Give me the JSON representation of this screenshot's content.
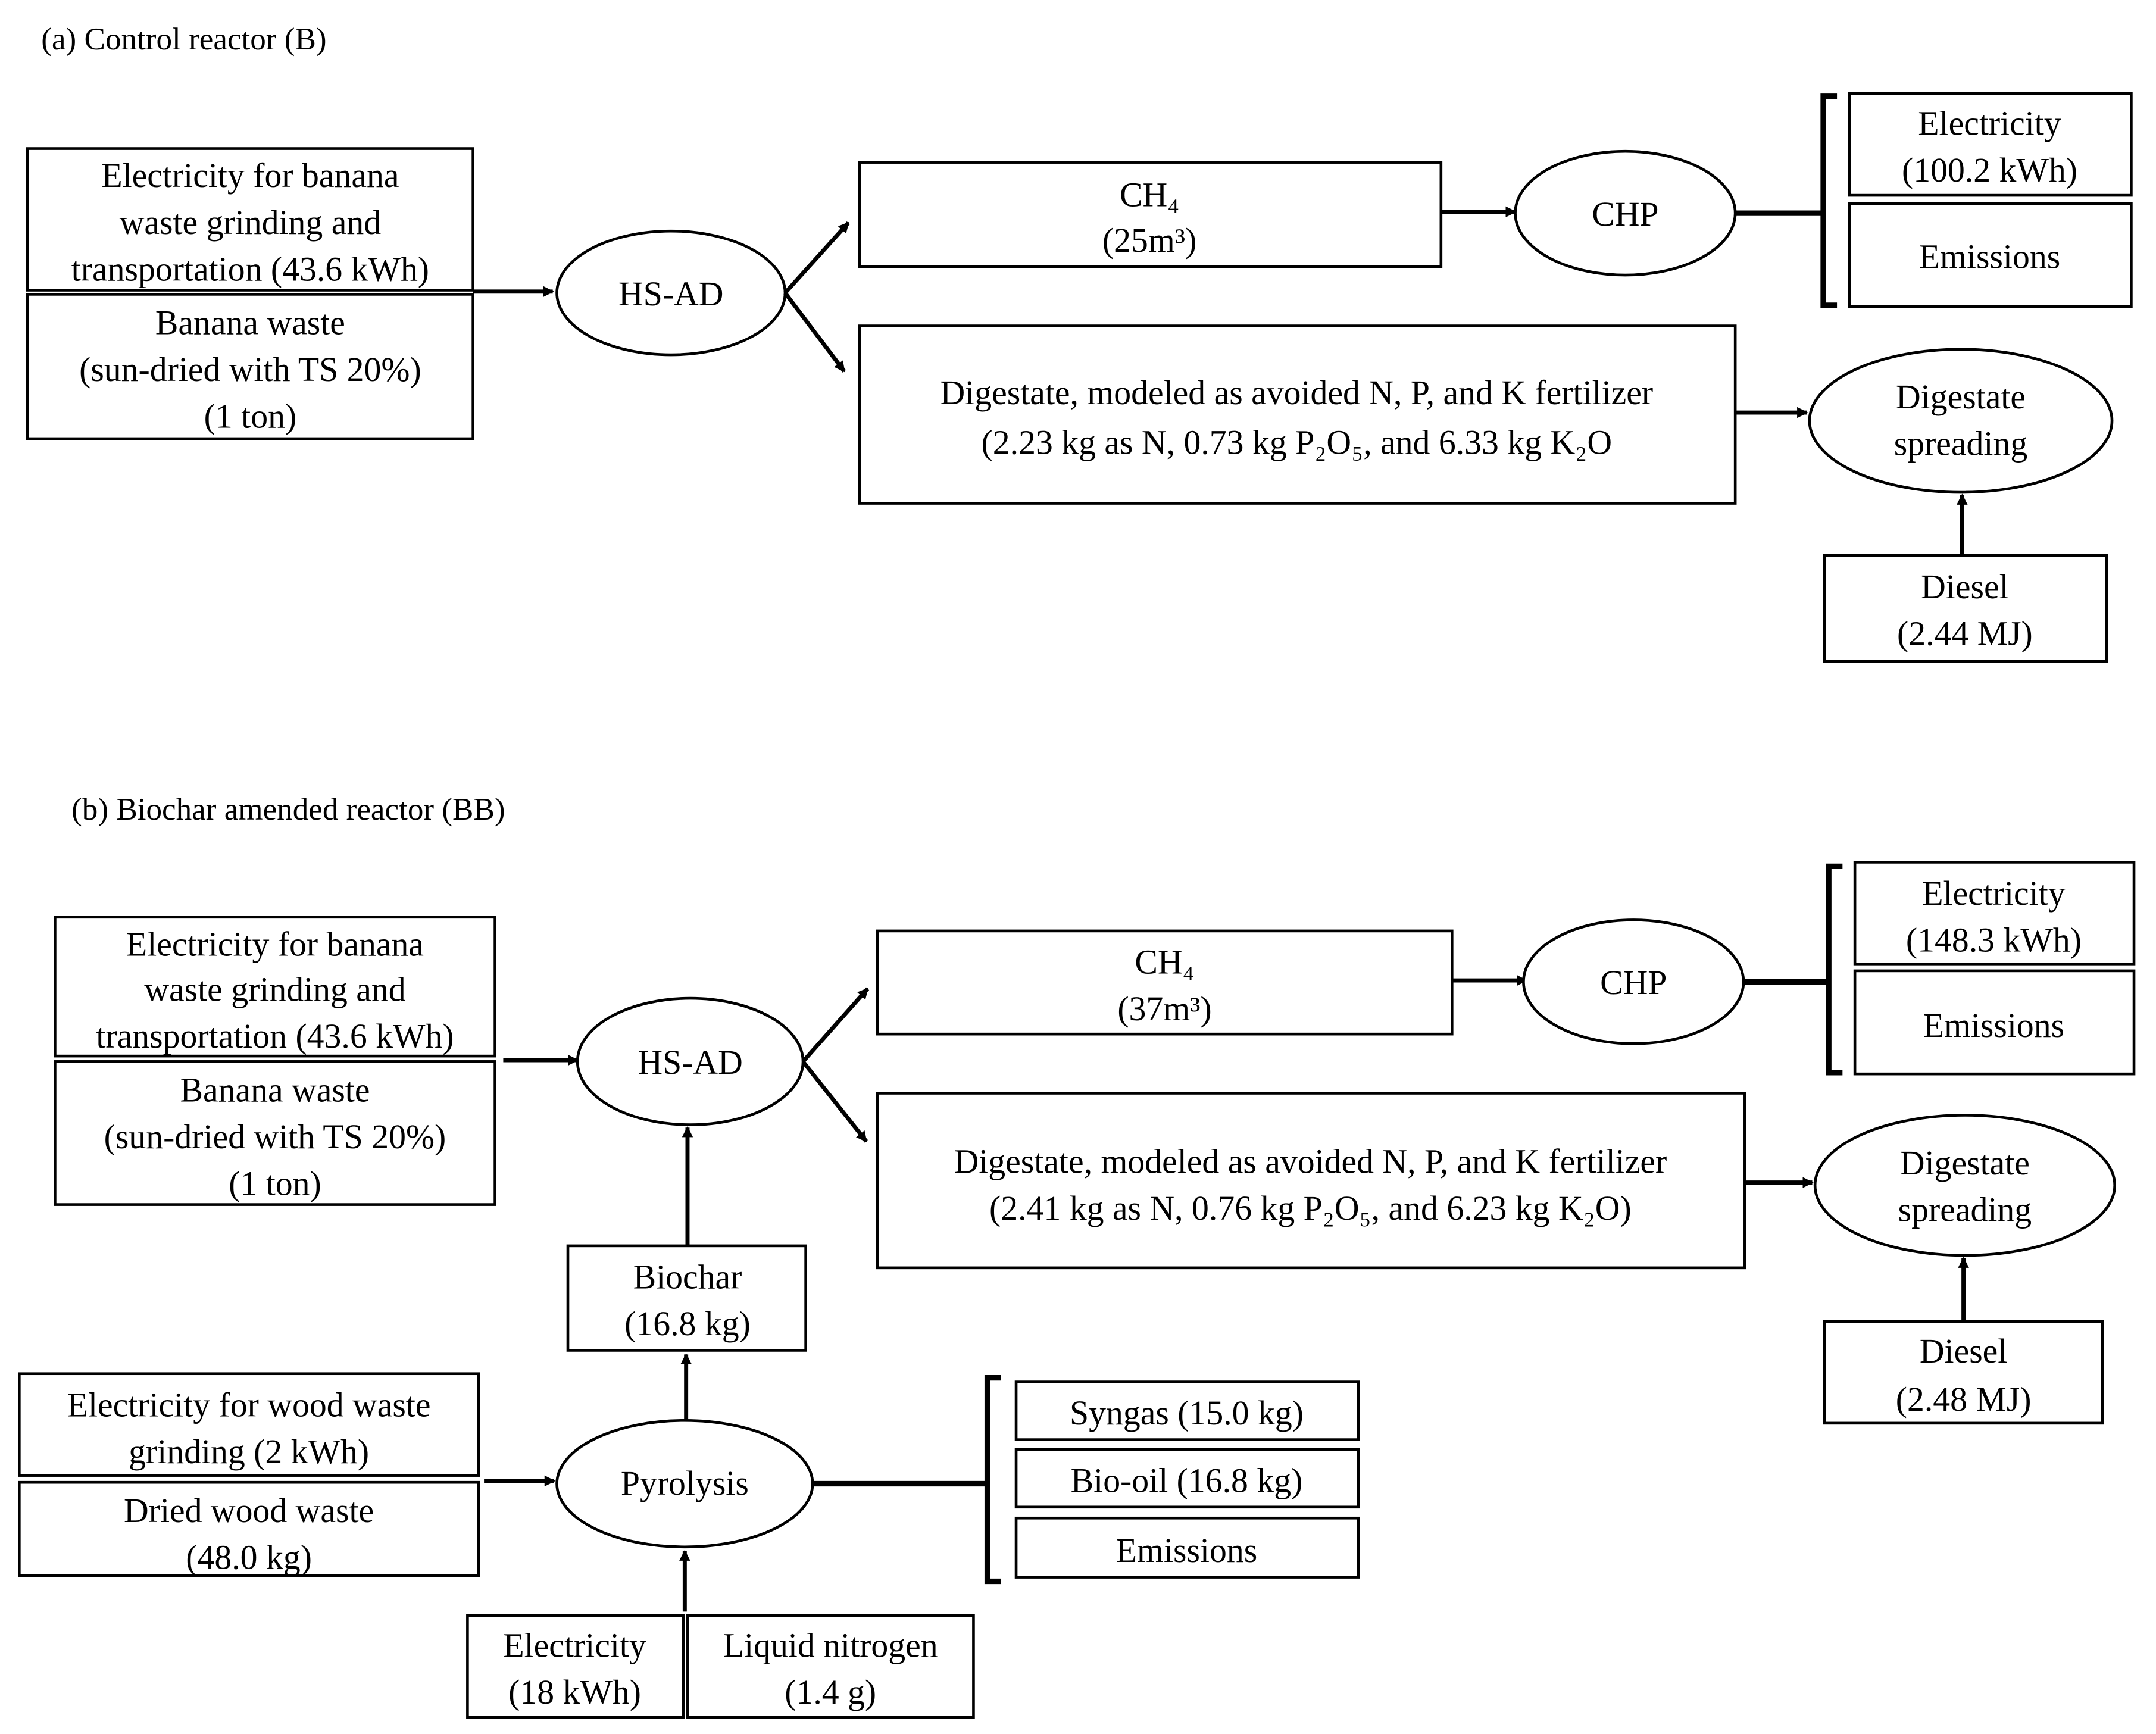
{
  "panel_a": {
    "title": "(a) Control reactor (B)",
    "electricity_input": [
      "Electricity for banana",
      "waste grinding and",
      "transportation (43.6 kWh)"
    ],
    "banana_waste": [
      "Banana waste",
      "(sun-dried with TS 20%)",
      "(1 ton)"
    ],
    "hsad": "HS-AD",
    "ch4": [
      "CH₄",
      "(25m³)"
    ],
    "chp": "CHP",
    "electricity_output": [
      "Electricity",
      "(100.2 kWh)"
    ],
    "emissions": "Emissions",
    "digestate": [
      "Digestate, modeled as avoided N, P, and K fertilizer",
      "(2.23 kg as N, 0.73 kg P₂O₅, and 6.33 kg K₂O"
    ],
    "spreading": [
      "Digestate",
      "spreading"
    ],
    "diesel": [
      "Diesel",
      "(2.44 MJ)"
    ]
  },
  "panel_b": {
    "title": "(b) Biochar amended reactor (BB)",
    "electricity_input": [
      "Electricity for banana",
      "waste grinding and",
      "transportation (43.6 kWh)"
    ],
    "banana_waste": [
      "Banana waste",
      "(sun-dried with TS 20%)",
      "(1 ton)"
    ],
    "hsad": "HS-AD",
    "ch4": [
      "CH₄",
      "(37m³)"
    ],
    "chp": "CHP",
    "electricity_output": [
      "Electricity",
      "(148.3 kWh)"
    ],
    "emissions": "Emissions",
    "digestate": [
      "Digestate, modeled as avoided N, P, and K fertilizer",
      "(2.41 kg as N, 0.76 kg P₂O₅, and 6.23 kg K₂O)"
    ],
    "spreading": [
      "Digestate",
      "spreading"
    ],
    "diesel": [
      "Diesel",
      "(2.48 MJ)"
    ],
    "biochar": [
      "Biochar",
      "(16.8 kg)"
    ],
    "wood_electricity": [
      "Electricity for wood waste",
      "grinding (2 kWh)"
    ],
    "wood_waste": [
      "Dried wood waste",
      "(48.0 kg)"
    ],
    "pyrolysis": "Pyrolysis",
    "syngas": "Syngas (15.0 kg)",
    "biooil": "Bio-oil (16.8 kg)",
    "pyro_emissions": "Emissions",
    "pyro_electricity": [
      "Electricity",
      "(18 kWh)"
    ],
    "liquid_nitrogen": [
      "Liquid nitrogen",
      "(1.4 g)"
    ]
  }
}
